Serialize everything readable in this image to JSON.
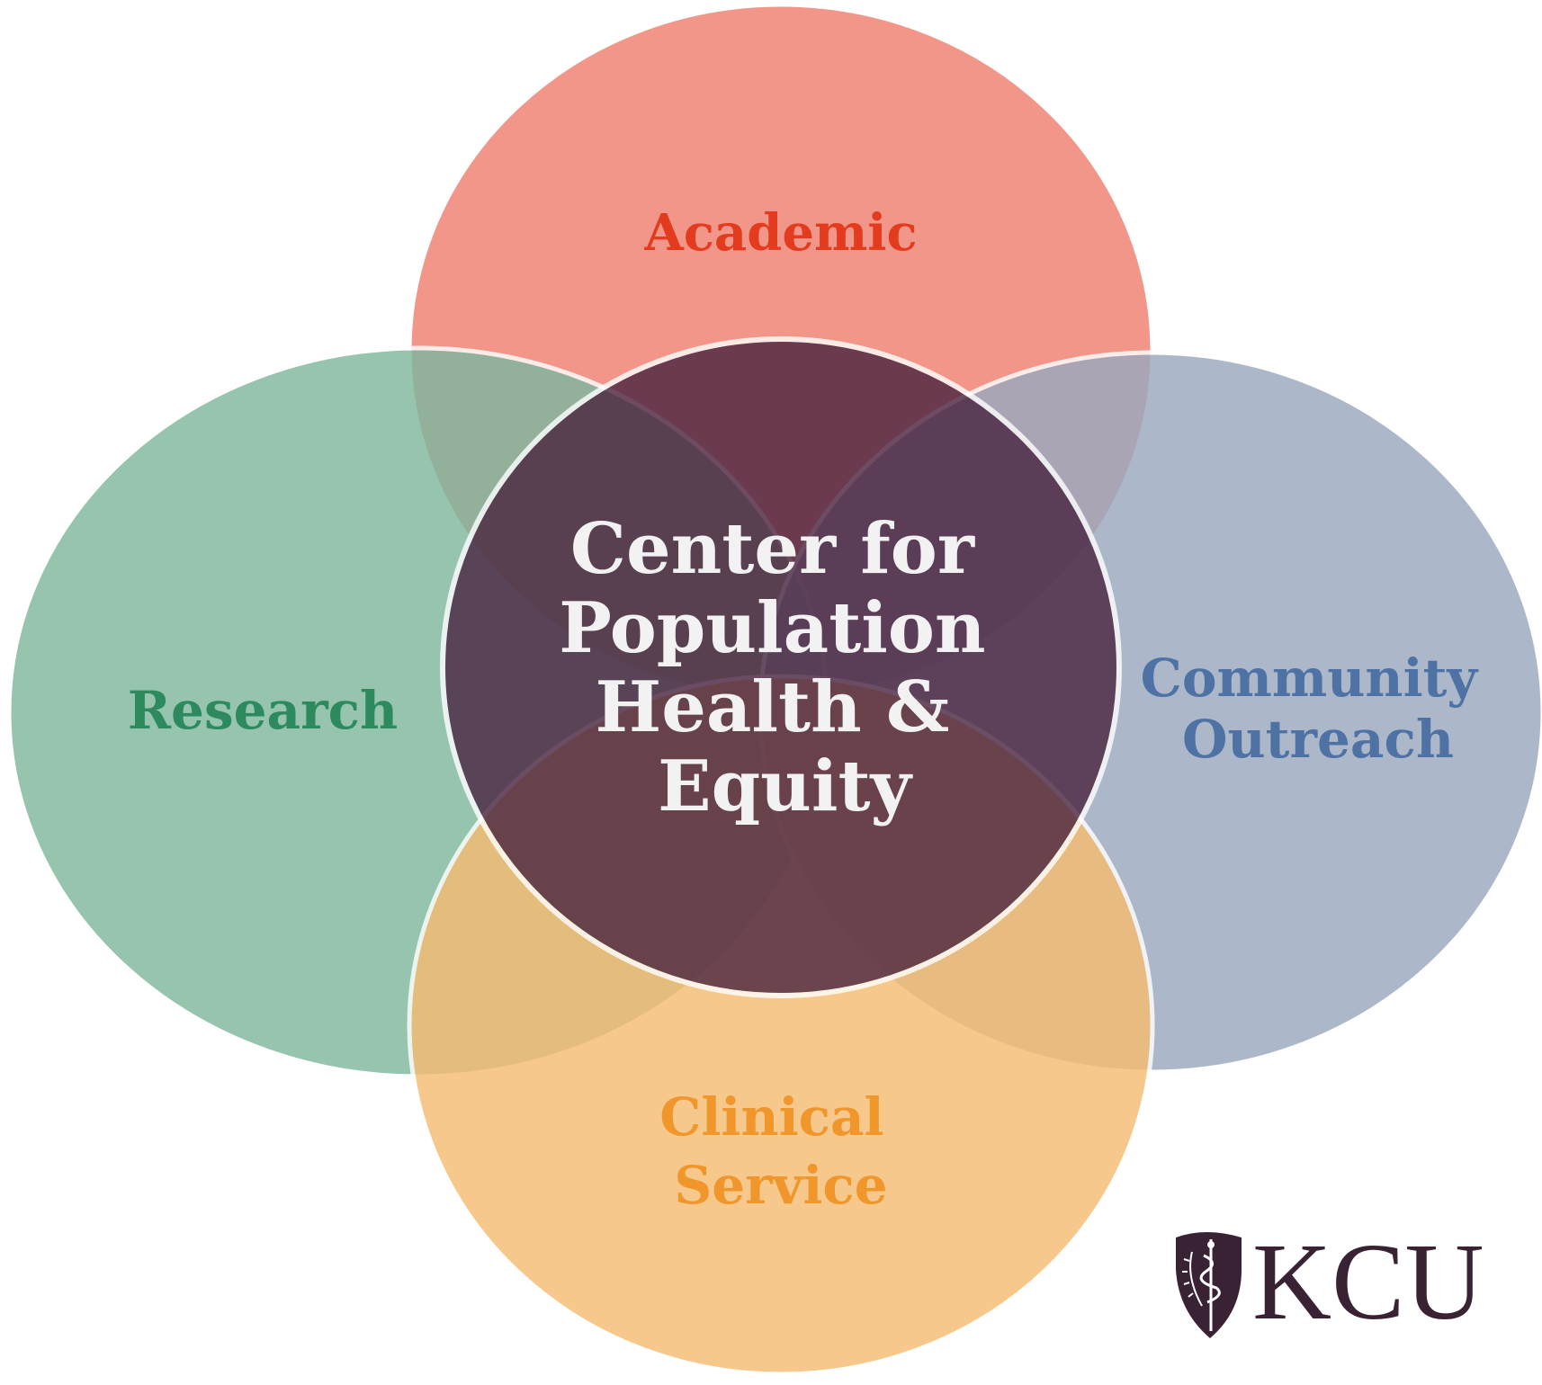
{
  "diagram": {
    "center": {
      "lines": [
        "Center for",
        "Population",
        "Health &",
        "Equity"
      ],
      "fill": "#4a2440",
      "text_color": "#f2f2f2"
    },
    "academic": {
      "lines": [
        "Academic"
      ],
      "fill": "#ef7f6e",
      "text_color": "#e33b1e"
    },
    "research": {
      "lines": [
        "Research"
      ],
      "fill": "#7fb89e",
      "text_color": "#2c8a5e"
    },
    "community": {
      "lines": [
        "Community",
        "Outreach"
      ],
      "fill": "#9aa9bf",
      "text_color": "#4f72a4"
    },
    "clinical": {
      "lines": [
        "Clinical",
        "Service"
      ],
      "fill": "#f6bc72",
      "text_color": "#f0962b"
    }
  },
  "logo": {
    "text": "KCU",
    "color": "#3a2235",
    "emblem": "shield-caduceus-icon"
  }
}
